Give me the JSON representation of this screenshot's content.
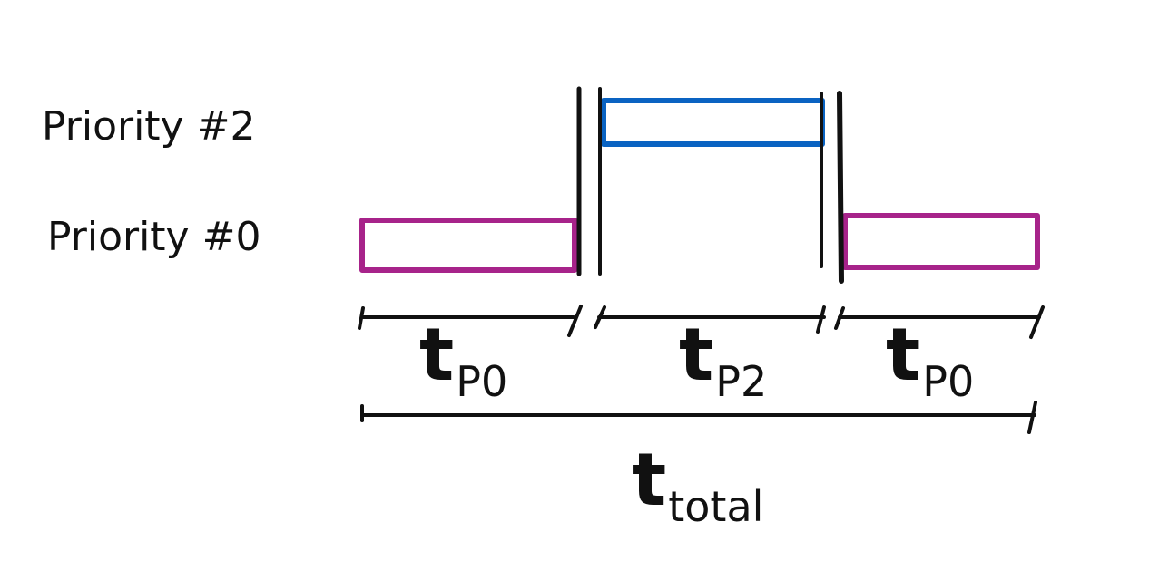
{
  "rows": {
    "priority2_label": "Priority #2",
    "priority0_label": "Priority #0"
  },
  "intervals": {
    "first": {
      "main": "t",
      "sub": "P0"
    },
    "second": {
      "main": "t",
      "sub": "P2"
    },
    "third": {
      "main": "t",
      "sub": "P0"
    },
    "total": {
      "main": "t",
      "sub": "total"
    }
  },
  "colors": {
    "priority0": "#a7238a",
    "priority2": "#0a63c2",
    "ink": "#111111"
  }
}
